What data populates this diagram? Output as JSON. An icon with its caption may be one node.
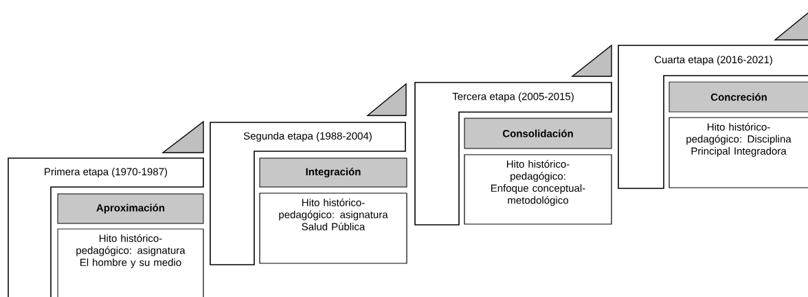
{
  "diagram": {
    "nodes": [
      {
        "text": [
          "Primera etapa (1970-1987)"
        ]
      },
      {
        "text": [
          "Aproximación"
        ]
      },
      {
        "text": [
          "Hito histórico-pedagógico: asignatura El hombre y su medio"
        ]
      },
      {
        "text": [
          "Segunda etapa (1988-2004)"
        ]
      },
      {
        "text": [
          "Integración"
        ]
      },
      {
        "text": [
          "Hito histórico-pedagógico: asignatura Salud Pública"
        ]
      },
      {
        "text": [
          "Tercera etapa (2005-2015)"
        ]
      },
      {
        "text": [
          "Consolidación"
        ]
      },
      {
        "text": [
          "Hito histórico-pedagógico: Enfoque conceptual-metodológico"
        ]
      },
      {
        "text": [
          "Cuarta etapa (2016-2021)"
        ]
      },
      {
        "text": [
          "Concreción"
        ]
      },
      {
        "text": [
          "Hito histórico-pedagógico: Disciplina Principal Integradora"
        ]
      }
    ]
  }
}
